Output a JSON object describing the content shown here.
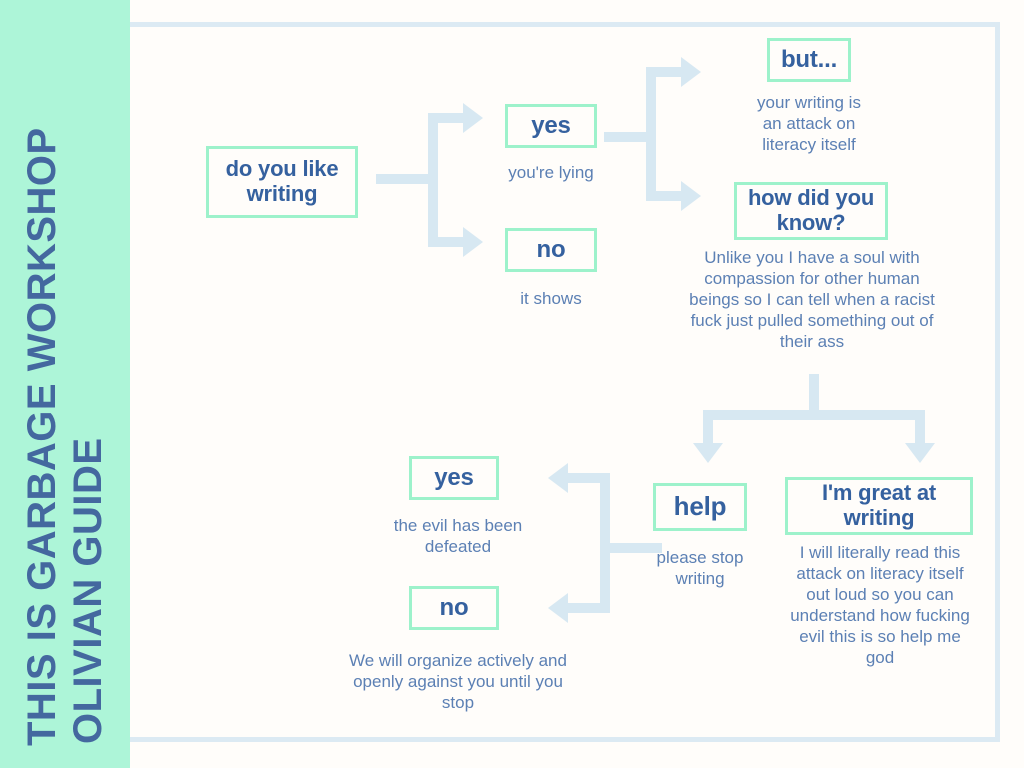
{
  "sidebar": {
    "title_line1": "THIS IS GARBAGE WORKSHOP",
    "title_line2": "OLIVIAN GUIDE",
    "background_color": "#ADF5D8",
    "text_color": "#44689F"
  },
  "theme": {
    "page_background": "#FFFDFA",
    "frame_color": "#DCEAF3",
    "node_border_color": "#9DF2CB",
    "node_text_color": "#35619F",
    "caption_text_color": "#5C80B4",
    "connector_color": "#D7E8F2"
  },
  "chart_data": {
    "type": "diagram",
    "title": "THIS IS GARBAGE WORKSHOP OLIVIAN GUIDE",
    "nodes": [
      {
        "id": "q1",
        "label": "do you like writing",
        "caption": ""
      },
      {
        "id": "yes1",
        "label": "yes",
        "caption": "you're lying"
      },
      {
        "id": "no1",
        "label": "no",
        "caption": "it shows"
      },
      {
        "id": "but",
        "label": "but...",
        "caption": "your writing is an attack on literacy itself"
      },
      {
        "id": "how",
        "label": "how did you know?",
        "caption": "Unlike you I have a soul with compassion for other human beings so I can tell when a racist fuck just pulled something out of their ass"
      },
      {
        "id": "help",
        "label": "help",
        "caption": "please stop writing"
      },
      {
        "id": "great",
        "label": "I'm great at writing",
        "caption": "I will literally read this attack on literacy itself out loud so you can understand how fucking evil this is so help me god"
      },
      {
        "id": "yes2",
        "label": "yes",
        "caption": "the evil has been defeated"
      },
      {
        "id": "no2",
        "label": "no",
        "caption": "We will organize actively and openly against you until you stop"
      }
    ],
    "edges": [
      {
        "from": "q1",
        "to": "yes1"
      },
      {
        "from": "q1",
        "to": "no1"
      },
      {
        "from": "yes1",
        "to": "but"
      },
      {
        "from": "yes1",
        "to": "how"
      },
      {
        "from": "how",
        "to": "help"
      },
      {
        "from": "how",
        "to": "great"
      },
      {
        "from": "help",
        "to": "yes2"
      },
      {
        "from": "help",
        "to": "no2"
      }
    ]
  },
  "nodes": {
    "q1": {
      "label": "do you like writing"
    },
    "yes1": {
      "label": "yes",
      "caption": "you're lying"
    },
    "no1": {
      "label": "no",
      "caption": "it shows"
    },
    "but": {
      "label": "but...",
      "caption_l1": "your writing is",
      "caption_l2": "an attack on",
      "caption_l3": "literacy itself"
    },
    "how": {
      "label": "how did you know?",
      "caption": "Unlike you I have a soul with compassion for other human beings so I can tell when a racist fuck just pulled something out of their ass"
    },
    "help": {
      "label": "help",
      "caption": "please stop writing"
    },
    "great": {
      "label": "I'm great at writing",
      "caption": "I will literally read this attack on literacy itself out loud so you can understand how fucking evil this is so help me god"
    },
    "yes2": {
      "label": "yes",
      "caption": "the evil has been defeated"
    },
    "no2": {
      "label": "no",
      "caption": "We will organize actively and openly against you until you stop"
    }
  }
}
